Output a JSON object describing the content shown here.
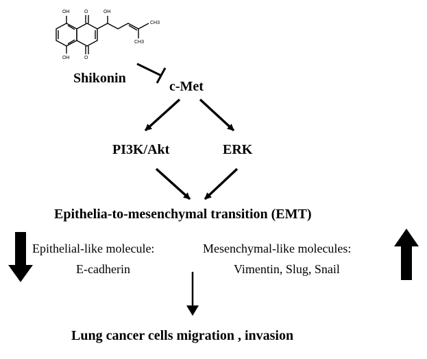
{
  "molecule": {
    "oh_top_left": "OH",
    "o_top": "O",
    "oh_side": "OH",
    "ch3_top": "CH3",
    "ch3_bottom": "CH3",
    "oh_bottom_left": "OH",
    "o_bottom": "O"
  },
  "nodes": {
    "shikonin": "Shikonin",
    "cmet": "c-Met",
    "pi3k": "PI3K/Akt",
    "erk": "ERK",
    "emt": "Epithelia-to-mesenchymal transition (EMT)",
    "epithelial_title": "Epithelial-like molecule:",
    "epithelial_value": "E-cadherin",
    "mesenchymal_title": "Mesenchymal-like molecules:",
    "mesenchymal_value": "Vimentin, Slug, Snail",
    "outcome": "Lung cancer cells migration , invasion"
  },
  "colors": {
    "ink": "#000000",
    "background": "#ffffff"
  }
}
